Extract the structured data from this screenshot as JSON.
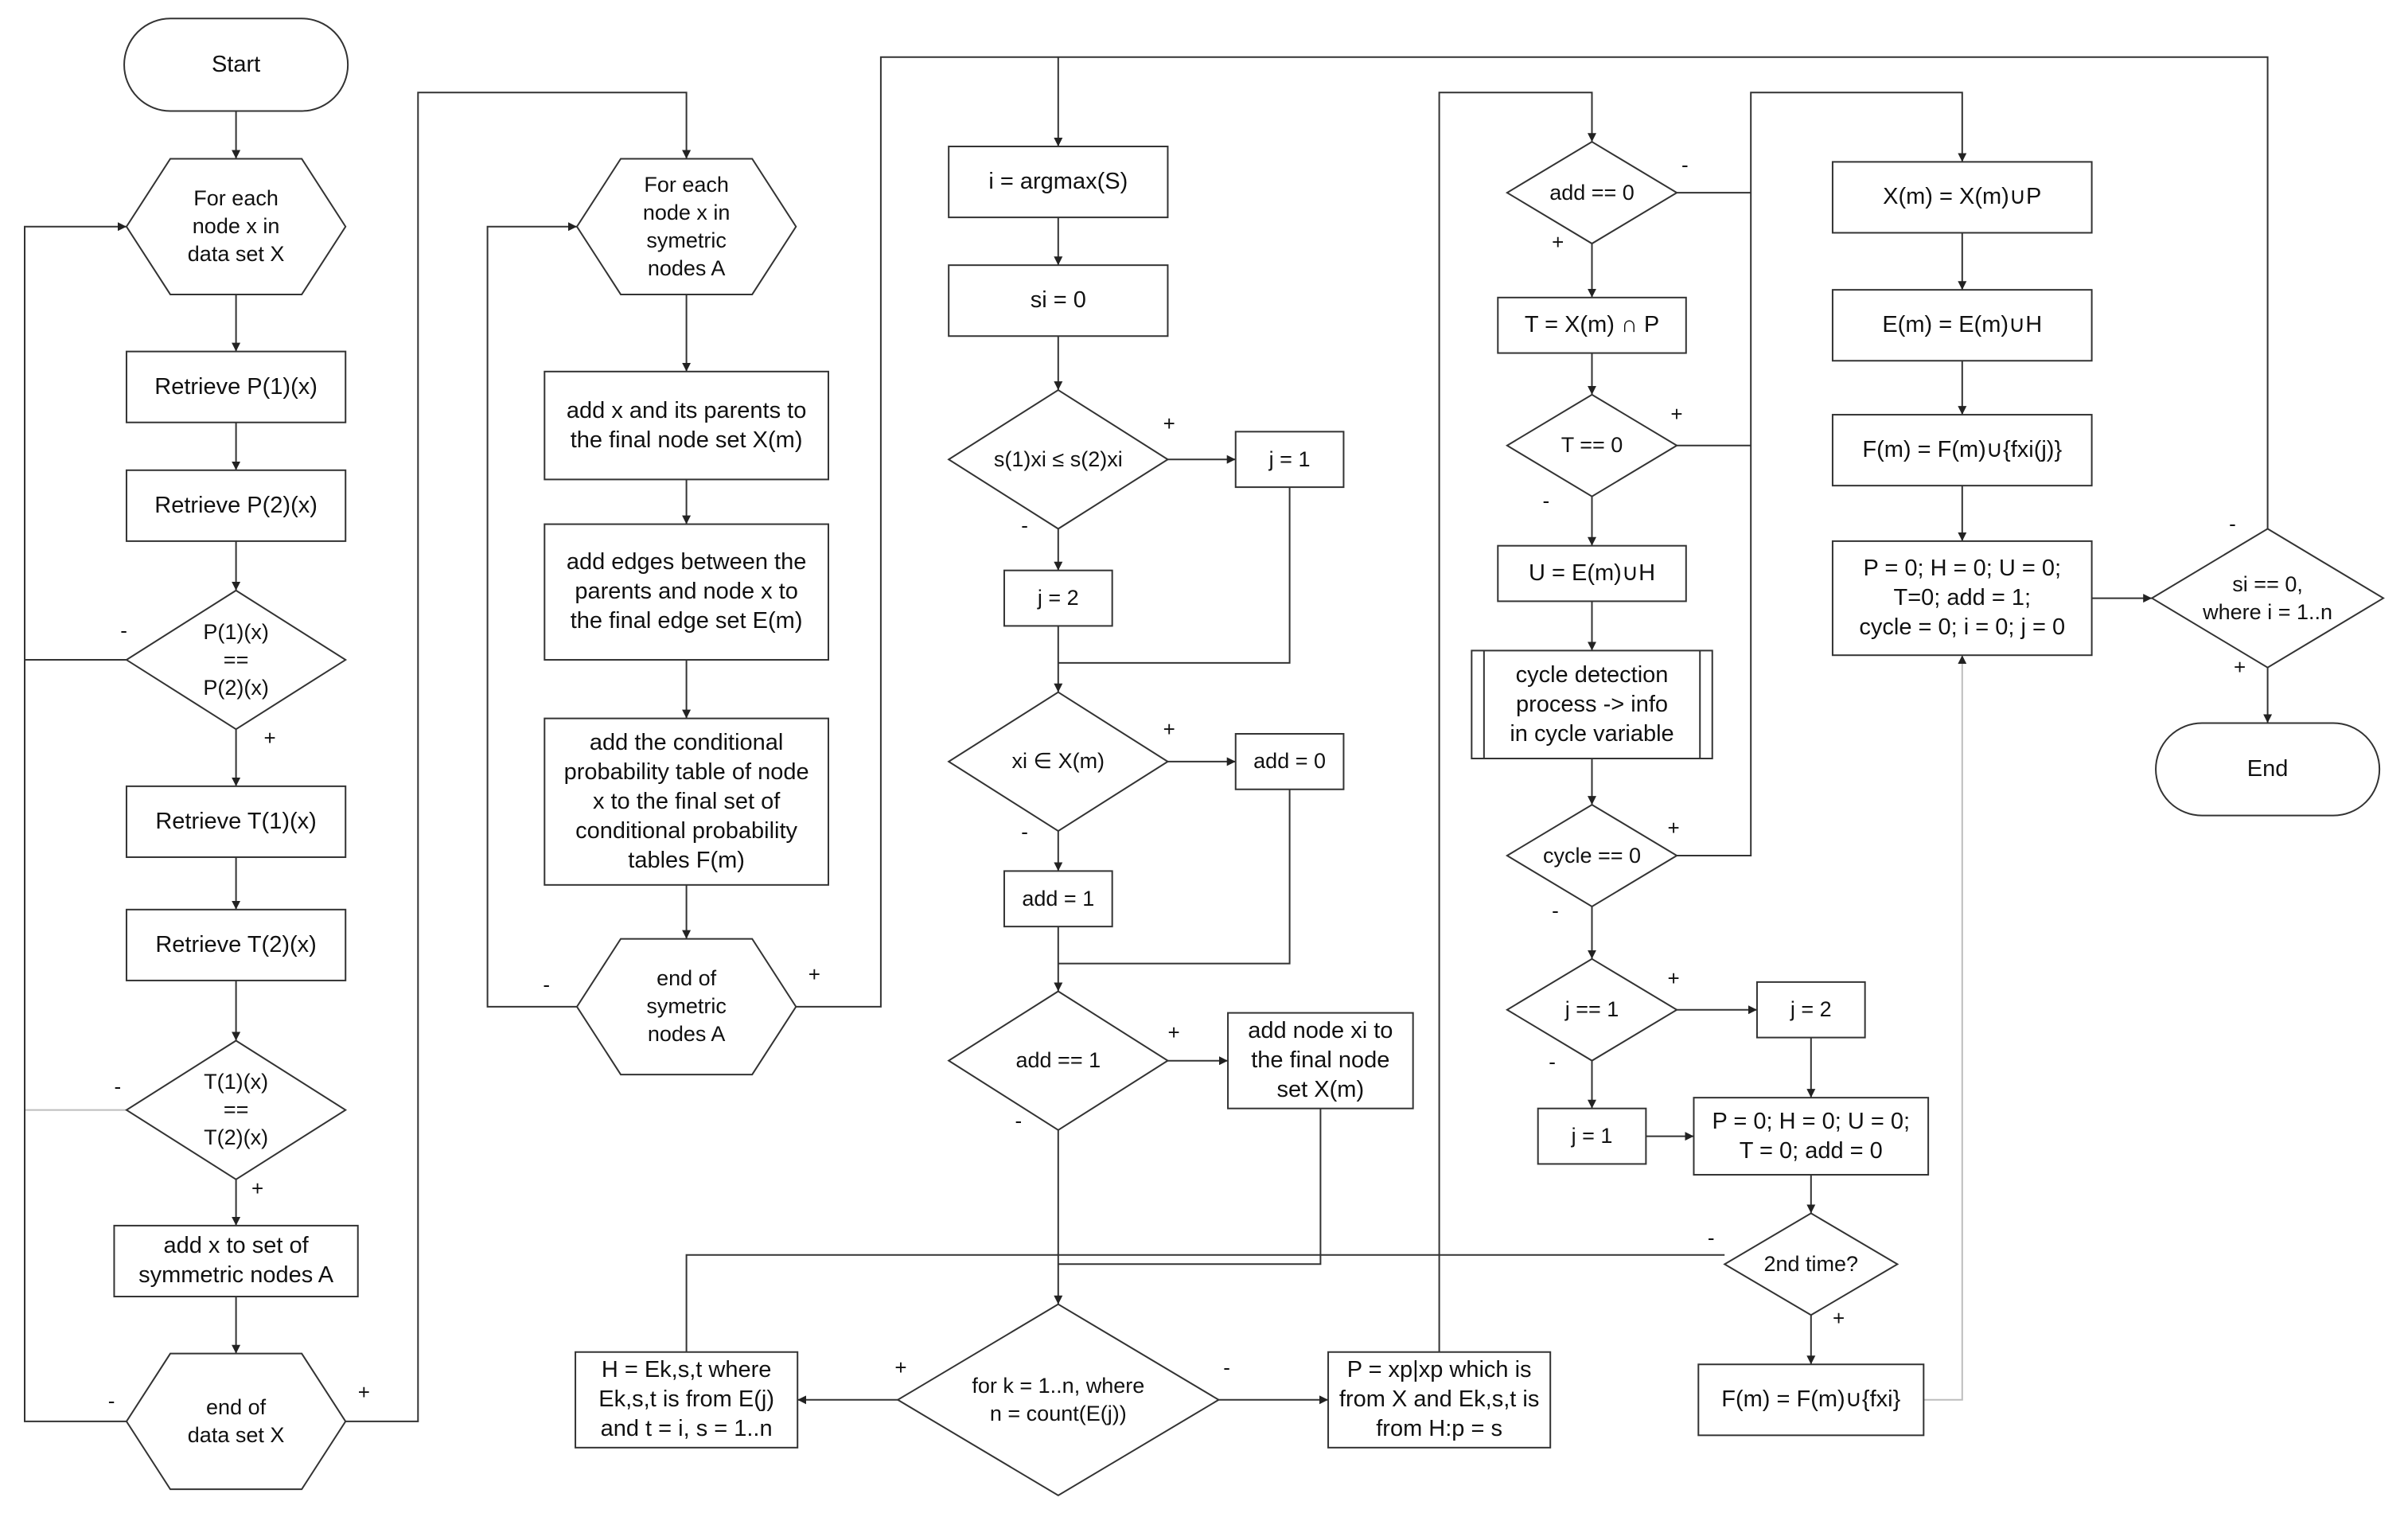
{
  "nodes": [
    {
      "id": "start",
      "text": "Start"
    },
    {
      "id": "foreach-x",
      "text": "For each\nnode x in\ndata set X"
    },
    {
      "id": "retrieve-p1",
      "text": "Retrieve P(1)(x)"
    },
    {
      "id": "retrieve-p2",
      "text": "Retrieve P(2)(x)"
    },
    {
      "id": "dec-p-eq",
      "text": "P(1)(x)\n==\nP(2)(x)"
    },
    {
      "id": "retrieve-t1",
      "text": "Retrieve T(1)(x)"
    },
    {
      "id": "retrieve-t2",
      "text": "Retrieve T(2)(x)"
    },
    {
      "id": "dec-t-eq",
      "text": "T(1)(x)\n==\nT(2)(x)"
    },
    {
      "id": "add-sym",
      "text": "add x to set of\nsymmetric nodes A"
    },
    {
      "id": "end-x",
      "text": "end of\ndata set X"
    },
    {
      "id": "foreach-a",
      "text": "For each\nnode x in\nsymetric\nnodes A"
    },
    {
      "id": "add-parents",
      "text": "add x and its parents to\nthe final node set X(m)"
    },
    {
      "id": "add-edges",
      "text": "add edges between the\nparents and node x to\nthe final edge set E(m)"
    },
    {
      "id": "add-cpt",
      "text": "add the conditional\nprobability table of node\nx to the final set of\nconditional probability\ntables F(m)"
    },
    {
      "id": "end-a",
      "text": "end of\nsymetric\nnodes A"
    },
    {
      "id": "argmax",
      "text": "i = argmax(S)"
    },
    {
      "id": "si-zero",
      "text": "si = 0"
    },
    {
      "id": "dec-s",
      "text": "s(1)xi ≤ s(2)xi"
    },
    {
      "id": "j-one-a",
      "text": "j = 1"
    },
    {
      "id": "j-two-a",
      "text": "j = 2"
    },
    {
      "id": "dec-xi",
      "text": "xi ∈ X(m)"
    },
    {
      "id": "add-zero",
      "text": "add = 0"
    },
    {
      "id": "add-one",
      "text": "add = 1"
    },
    {
      "id": "dec-add1",
      "text": "add == 1"
    },
    {
      "id": "add-node",
      "text": "add node xi to\nthe final node\nset X(m)"
    },
    {
      "id": "dec-fork",
      "text": "for k = 1..n, where\nn = count(E(j))"
    },
    {
      "id": "h-box",
      "text": "H = Ek,s,t where\nEk,s,t is from E(j)\nand t = i, s = 1..n"
    },
    {
      "id": "p-box",
      "text": "P = xp|xp which is\nfrom X and Ek,s,t is\nfrom H:p = s"
    },
    {
      "id": "dec-add0",
      "text": "add == 0"
    },
    {
      "id": "t-box",
      "text": "T = X(m) ∩ P"
    },
    {
      "id": "dec-t0",
      "text": "T == 0"
    },
    {
      "id": "u-box",
      "text": "U = E(m)∪H"
    },
    {
      "id": "cycle-proc",
      "text": "cycle detection\nprocess -> info\nin cycle variable"
    },
    {
      "id": "dec-cycle",
      "text": "cycle == 0"
    },
    {
      "id": "dec-j1",
      "text": "j == 1"
    },
    {
      "id": "j-two-b",
      "text": "j = 2"
    },
    {
      "id": "j-one-b",
      "text": "j = 1"
    },
    {
      "id": "reset-a",
      "text": "P = 0; H = 0; U = 0;\nT = 0; add = 0"
    },
    {
      "id": "dec-2nd",
      "text": "2nd time?"
    },
    {
      "id": "f-box-b",
      "text": "F(m) = F(m)∪{fxi}"
    },
    {
      "id": "x-union",
      "text": "X(m) = X(m)∪P"
    },
    {
      "id": "e-union",
      "text": "E(m) = E(m)∪H"
    },
    {
      "id": "f-union",
      "text": "F(m) = F(m)∪{fxi(j)}"
    },
    {
      "id": "reset-b",
      "text": "P = 0; H = 0; U = 0;\nT=0; add = 1;\ncycle = 0; i = 0; j = 0"
    },
    {
      "id": "dec-si",
      "text": "si == 0,\nwhere i = 1..n"
    },
    {
      "id": "end",
      "text": "End"
    }
  ],
  "signs": [
    {
      "id": "s-p-minus",
      "text": "-"
    },
    {
      "id": "s-p-plus",
      "text": "+"
    },
    {
      "id": "s-t-minus",
      "text": "-"
    },
    {
      "id": "s-t-plus",
      "text": "+"
    },
    {
      "id": "s-endx-minus",
      "text": "-"
    },
    {
      "id": "s-endx-plus",
      "text": "+"
    },
    {
      "id": "s-enda-minus",
      "text": "-"
    },
    {
      "id": "s-enda-plus",
      "text": "+"
    },
    {
      "id": "s-s-plus",
      "text": "+"
    },
    {
      "id": "s-s-minus",
      "text": "-"
    },
    {
      "id": "s-xi-plus",
      "text": "+"
    },
    {
      "id": "s-xi-minus",
      "text": "-"
    },
    {
      "id": "s-add1-plus",
      "text": "+"
    },
    {
      "id": "s-add1-minus",
      "text": "-"
    },
    {
      "id": "s-fork-plus",
      "text": "+"
    },
    {
      "id": "s-fork-minus",
      "text": "-"
    },
    {
      "id": "s-add0-minus",
      "text": "-"
    },
    {
      "id": "s-add0-plus",
      "text": "+"
    },
    {
      "id": "s-t0-plus",
      "text": "+"
    },
    {
      "id": "s-t0-minus",
      "text": "-"
    },
    {
      "id": "s-cycle-plus",
      "text": "+"
    },
    {
      "id": "s-cycle-minus",
      "text": "-"
    },
    {
      "id": "s-j1-plus",
      "text": "+"
    },
    {
      "id": "s-j1-minus",
      "text": "-"
    },
    {
      "id": "s-2nd-minus",
      "text": "-"
    },
    {
      "id": "s-2nd-plus",
      "text": "+"
    },
    {
      "id": "s-si-minus",
      "text": "-"
    },
    {
      "id": "s-si-plus",
      "text": "+"
    }
  ]
}
